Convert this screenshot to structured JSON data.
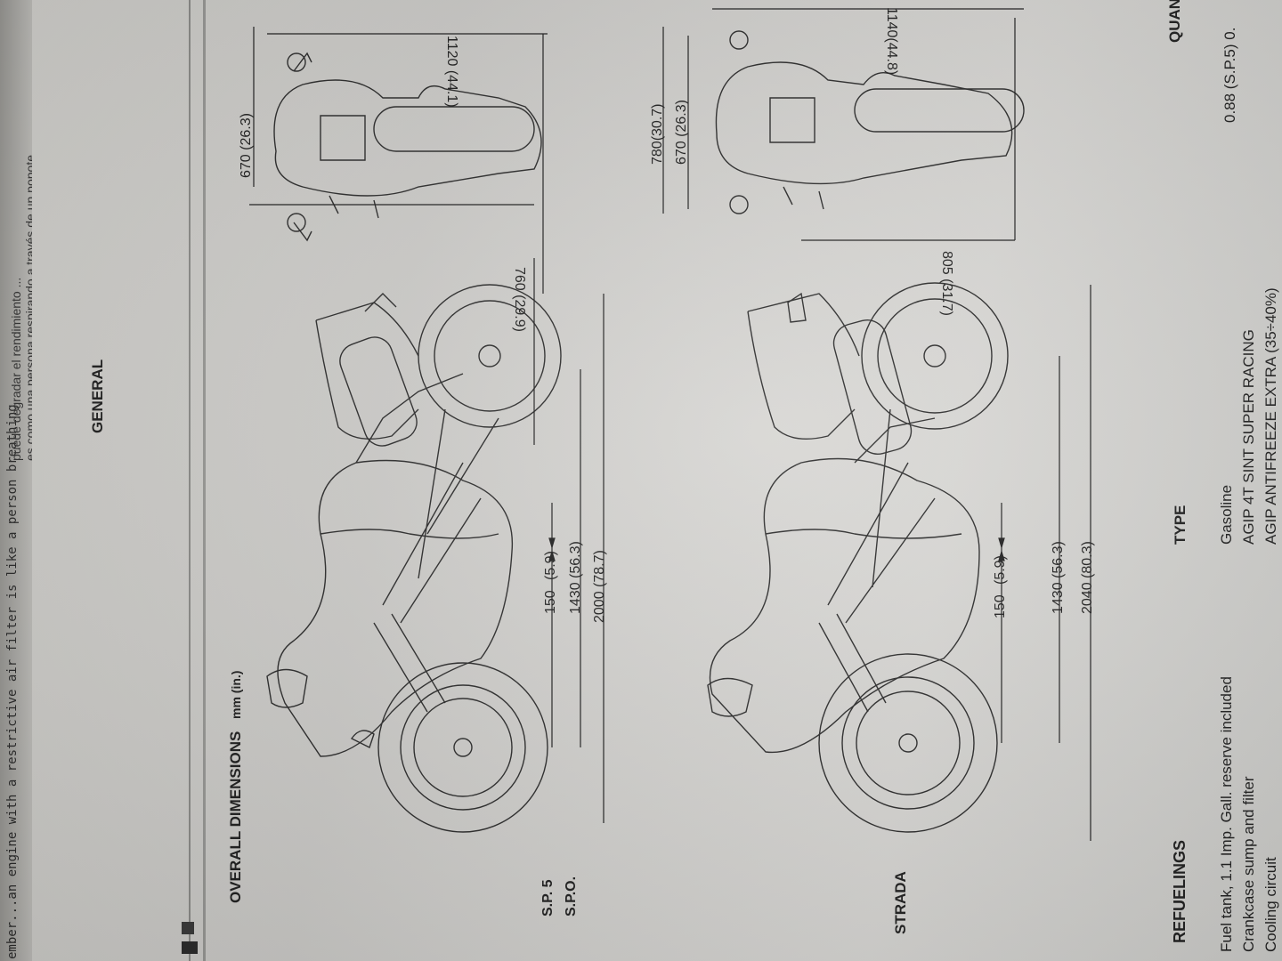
{
  "left_page": {
    "line1": "ember...an engine with a restrictive air filter is like a person breathing",
    "line2": "puede degradar el rendimiento ...",
    "line3": "es como una persona respirando a través de un popote."
  },
  "header": {
    "section_title": "GENERAL"
  },
  "dimensions": {
    "heading": "OVERALL DIMENSIONS",
    "unit": "mm (in.)",
    "sp_labels": [
      "S.P. 5",
      "S.P.O."
    ],
    "strada_label": "STRADA",
    "sp": {
      "ground_clearance": "150",
      "ground_clearance_in": "(5.9)",
      "wheelbase": "1430 (56.3)",
      "length": "2000 (78.7)",
      "seat_height": "760 (29.9)",
      "mirror_height": "670 (26.3)",
      "width": "1120 (44.1)"
    },
    "strada": {
      "ground_clearance": "150",
      "ground_clearance_in": "(5.9)",
      "wheelbase": "1430 (56.3)",
      "length": "2040 (80.3)",
      "seat_height": "805 (31.7)",
      "height_a": "780(30.7)",
      "height_b": "670 (26.3)",
      "width": "1140(44.8)"
    }
  },
  "refuelings": {
    "heading": "REFUELINGS",
    "type_header": "TYPE",
    "quantity_header": "QUAN",
    "rows": [
      {
        "item": "Fuel tank, 1.1 Imp. Gall. reserve included",
        "type": "Gasoline",
        "qty": ""
      },
      {
        "item": "Crankcase sump and filter",
        "type": "AGIP 4T SINT SUPER RACING",
        "qty": "0.88 (S.P.5) 0."
      },
      {
        "item": "Cooling circuit",
        "type": "AGIP ANTIFREEZE EXTRA (35÷40%)",
        "qty": ""
      }
    ]
  }
}
